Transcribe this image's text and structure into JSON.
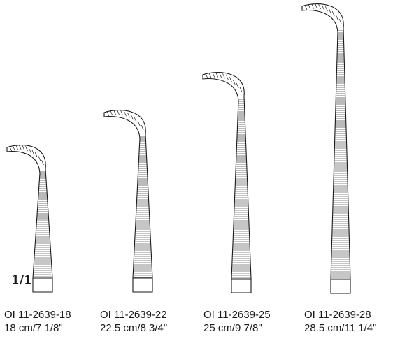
{
  "scale_label": "1/1",
  "instruments": [
    {
      "code": "OI 11-2639-18",
      "size": "18 cm/7 1/8\""
    },
    {
      "code": "OI 11-2639-22",
      "size": "22.5 cm/8 3/4\""
    },
    {
      "code": "OI 11-2639-25",
      "size": "25 cm/9 7/8\""
    },
    {
      "code": "OI 11-2639-28",
      "size": "28.5 cm/11 1/4\""
    }
  ],
  "colors": {
    "line": "#1a1a1a",
    "background": "#ffffff"
  }
}
